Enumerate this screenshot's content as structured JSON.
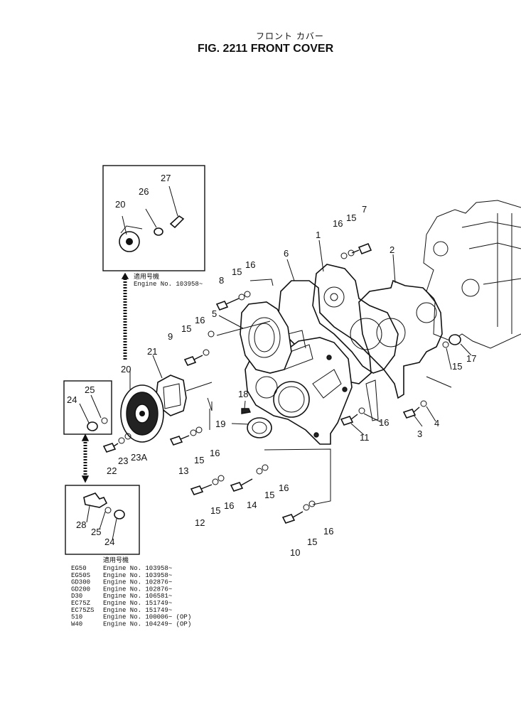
{
  "header": {
    "japanese_title": "フロント カバー",
    "figure_title": "FIG. 2211  FRONT COVER"
  },
  "inset_top": {
    "serial_heading": "適用号機",
    "serial_text": "Engine No. 103958~"
  },
  "callouts": {
    "p1": "1",
    "p2": "2",
    "p3": "3",
    "p4": "4",
    "p5": "5",
    "p6": "6",
    "p7": "7",
    "p8": "8",
    "p9": "9",
    "p10": "10",
    "p11": "11",
    "p12": "12",
    "p13": "13",
    "p14": "14",
    "p15_a": "15",
    "p15_b": "15",
    "p15_c": "15",
    "p15_d": "15",
    "p15_e": "15",
    "p15_f": "15",
    "p15_g": "15",
    "p15_h": "15",
    "p16_a": "16",
    "p16_b": "16",
    "p16_c": "16",
    "p16_d": "16",
    "p16_e": "16",
    "p16_f": "16",
    "p16_g": "16",
    "p17": "17",
    "p18": "18",
    "p19": "19",
    "p20_a": "20",
    "p20_b": "20",
    "p21": "21",
    "p22": "22",
    "p23": "23",
    "p23a": "23A",
    "p24_a": "24",
    "p24_b": "24",
    "p25_a": "25",
    "p25_b": "25",
    "p26": "26",
    "p27": "27",
    "p28": "28"
  },
  "serial_table": {
    "heading": "適用号機",
    "rows": [
      {
        "model": "EG50",
        "engine": "Engine No. 103958~"
      },
      {
        "model": "EG50S",
        "engine": "Engine No. 103958~"
      },
      {
        "model": "GD300",
        "engine": "Engine No. 102876~"
      },
      {
        "model": "GD200",
        "engine": "Engine No. 102876~"
      },
      {
        "model": "D30",
        "engine": "Engine No. 106581~"
      },
      {
        "model": "EC75Z",
        "engine": "Engine No. 151749~"
      },
      {
        "model": "EC75ZS",
        "engine": "Engine No. 151749~"
      },
      {
        "model": "510",
        "engine": "Engine No. 100006~ (OP)"
      },
      {
        "model": "W40",
        "engine": "Engine No. 104249~ (OP)"
      }
    ]
  }
}
